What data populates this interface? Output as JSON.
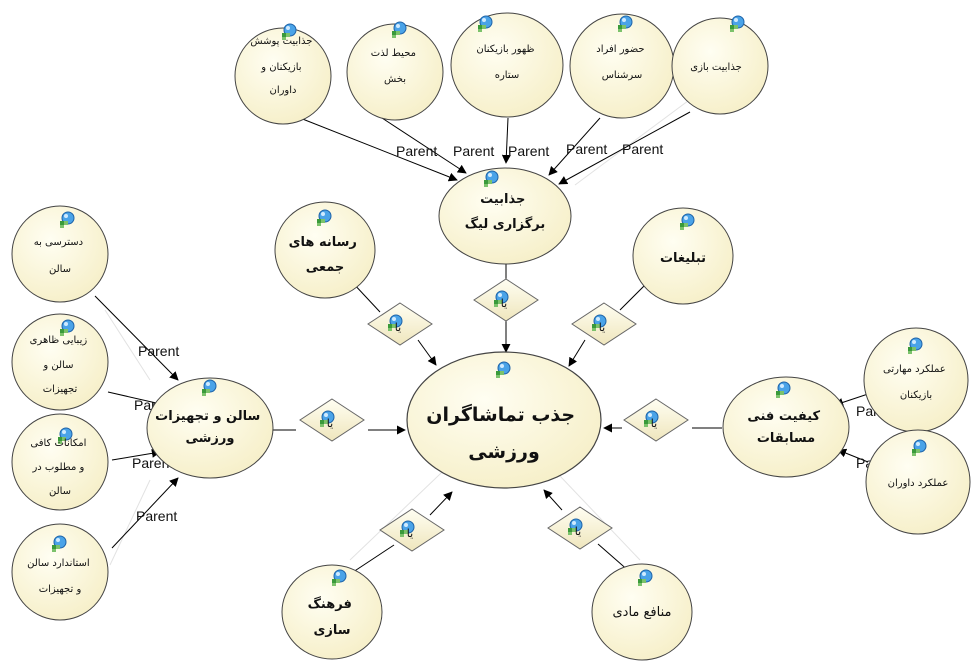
{
  "diagram": {
    "edge_label": "Parent",
    "gate_label": "یا",
    "nodes": {
      "center": {
        "lines": [
          "جذب تماشاگران",
          "ورزشی"
        ]
      },
      "league": {
        "lines": [
          "جذابیت",
          "برگزاری لیگ"
        ]
      },
      "media": {
        "lines": [
          "رسانه های",
          "جمعی"
        ]
      },
      "ads": {
        "lines": [
          "تبلیغات"
        ]
      },
      "venue": {
        "lines": [
          "سالن و تجهیزات",
          "ورزشی"
        ]
      },
      "technical": {
        "lines": [
          "کیفیت فنی",
          "مسابقات"
        ]
      },
      "culture": {
        "lines": [
          "فرهنگ",
          "سازی"
        ]
      },
      "financial": {
        "lines": [
          "منافع مادی"
        ]
      },
      "dress": {
        "lines": [
          "جذابیت پوشش",
          "بازیکنان و",
          "داوران"
        ]
      },
      "atmosphere": {
        "lines": [
          "محیط لذت",
          "بخش"
        ]
      },
      "stars": {
        "lines": [
          "ظهور بازیکنان",
          "ستاره"
        ]
      },
      "celebrities": {
        "lines": [
          "حضور افراد",
          "سرشناس"
        ]
      },
      "game_appeal": {
        "lines": [
          "جذابیت بازی"
        ]
      },
      "hall_access": {
        "lines": [
          "دسترسی به",
          "سالن"
        ]
      },
      "hall_beauty": {
        "lines": [
          "زیبایی ظاهری",
          "سالن و",
          "تجهیزات"
        ]
      },
      "hall_facilities": {
        "lines": [
          "امکانات کافی",
          "و مطلوب در",
          "سالن"
        ]
      },
      "hall_standard": {
        "lines": [
          "استاندارد سالن",
          "و تجهیزات"
        ]
      },
      "player_skill": {
        "lines": [
          "عملکرد مهارتی",
          "بازیکنان"
        ]
      },
      "referees": {
        "lines": [
          "عملکرد داوران"
        ]
      }
    }
  }
}
